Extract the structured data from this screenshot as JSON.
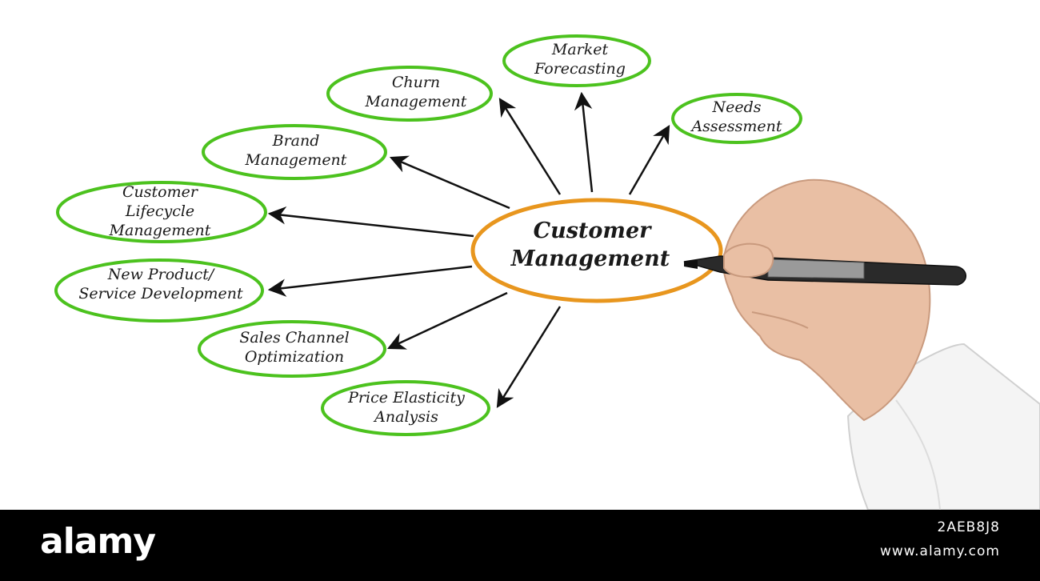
{
  "diagram": {
    "center": {
      "lines": [
        "Customer",
        "Management"
      ],
      "color": "#e8961e"
    },
    "node_color": "#4cc21e",
    "nodes": [
      {
        "id": "market-forecasting",
        "lines": [
          "Market",
          "Forecasting"
        ]
      },
      {
        "id": "churn-management",
        "lines": [
          "Churn",
          "Management"
        ]
      },
      {
        "id": "needs-assessment",
        "lines": [
          "Needs",
          "Assessment"
        ]
      },
      {
        "id": "brand-management",
        "lines": [
          "Brand",
          "Management"
        ]
      },
      {
        "id": "customer-lifecycle-management",
        "lines": [
          "Customer",
          "Lifecycle",
          "Management"
        ]
      },
      {
        "id": "new-product-service-development",
        "lines": [
          "New Product/",
          "Service Development"
        ]
      },
      {
        "id": "sales-channel-optimization",
        "lines": [
          "Sales Channel",
          "Optimization"
        ]
      },
      {
        "id": "price-elasticity-analysis",
        "lines": [
          "Price Elasticity",
          "Analysis"
        ]
      }
    ]
  },
  "watermark": {
    "brand": "alamy",
    "image_id": "2AEB8J8",
    "url": "www.alamy.com"
  }
}
